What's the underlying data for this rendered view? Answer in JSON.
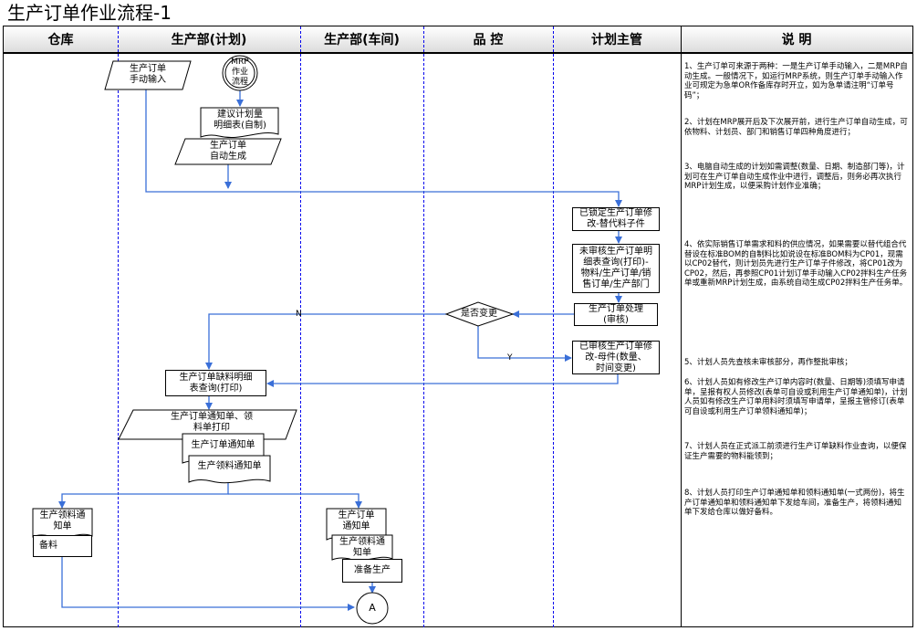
{
  "title": "生产订单作业流程-1",
  "lanes": [
    "仓库",
    "生产部(计划)",
    "生产部(车间)",
    "品  控",
    "计划主管",
    "说  明"
  ],
  "nodes": {
    "manual_input": "生产订单\n手动输入",
    "mrp": "MRP\n作业\n流程",
    "suggest": "建议计划量\n明细表(自制)",
    "auto_gen": "生产订单\n自动生成",
    "locked_modify": "已锁定生产订单修\n改-替代料子件",
    "unapproved_query": "未审核生产订单明\n细表查询(打印)-\n物料/生产订单/销\n售订单/生产部门",
    "process": "生产订单处理\n(审核)",
    "decision": "是否变更",
    "approved_modify": "已审核生产订单修\n改-母件(数量、\n时间变更)",
    "shortage_query": "生产订单缺料明细\n表查询(打印)",
    "print_notice": "生产订单通知单、领\n料单打印",
    "order_notice": "生产订单通知单",
    "material_notice": "生产领料通知单",
    "wh_material_notice": "生产领料通\n知单",
    "wh_prepare": "备料",
    "ws_order_notice": "生产订单\n通知单",
    "ws_material_notice": "生产领料通\n知单",
    "ws_prepare": "准备生产",
    "connector": "A",
    "label_n": "N",
    "label_y": "Y"
  },
  "notes": [
    "1、生产订单可来源于两种：一是生产订单手动输入，二是MRP自动生成。一般情况下，如运行MRP系统，则生产订单手动输入作业可规定为急单OR作备库存时开立，如为急单请注明“订单号码”；",
    "2、计划在MRP展开后及下次展开前，进行生产订单自动生成，可依物料、计划员、部门和销售订单四种角度进行；",
    "3、电脑自动生成的计划如需调整(数量、日期、制造部门等)，计划可在生产订单自动生成作业中进行，调整后，则务必再次执行MRP计划生成，以便采购计划作业准确；",
    "4、依实际销售订单需求和料的供应情况，如果需要以替代组合代替设在标准BOM的自制料比如说设在标准BOM料为CP01，现需以CP02替代，则计划员先进行生产订单子件修改，将CP01改为CP02，然后，再参照CP01计划订单手动输入CP02拌料生产任务单或重新MRP计划生成，由系统自动生成CP02拌料生产任务单。",
    "5、计划人员先查核未审核部分，再作整批审核；",
    "6、计划人员如有修改生产订单内容时(数量、日期等)须填写申请单，呈报有权人员修改(表单可自设或利用生产订单通知单)，计划人员如有修改生产订单用料时须填写申请单，呈报主管修订(表单可自设或利用生产订单领料通知单)；",
    "7、计划人员在正式派工前须进行生产订单缺料作业查询，以便保证生产需要的物料能领到；",
    "8、计划人员打印生产订单通知单和领料通知单(一式两份)，将生产订单通知单和领料通知单下发给车间，准备生产，将领料通知单下发给仓库以做好备料。"
  ],
  "colors": {
    "arrow": "#3a6fd8",
    "lane_divider": "#0000ee",
    "header_bg": "#dcdcdc"
  }
}
